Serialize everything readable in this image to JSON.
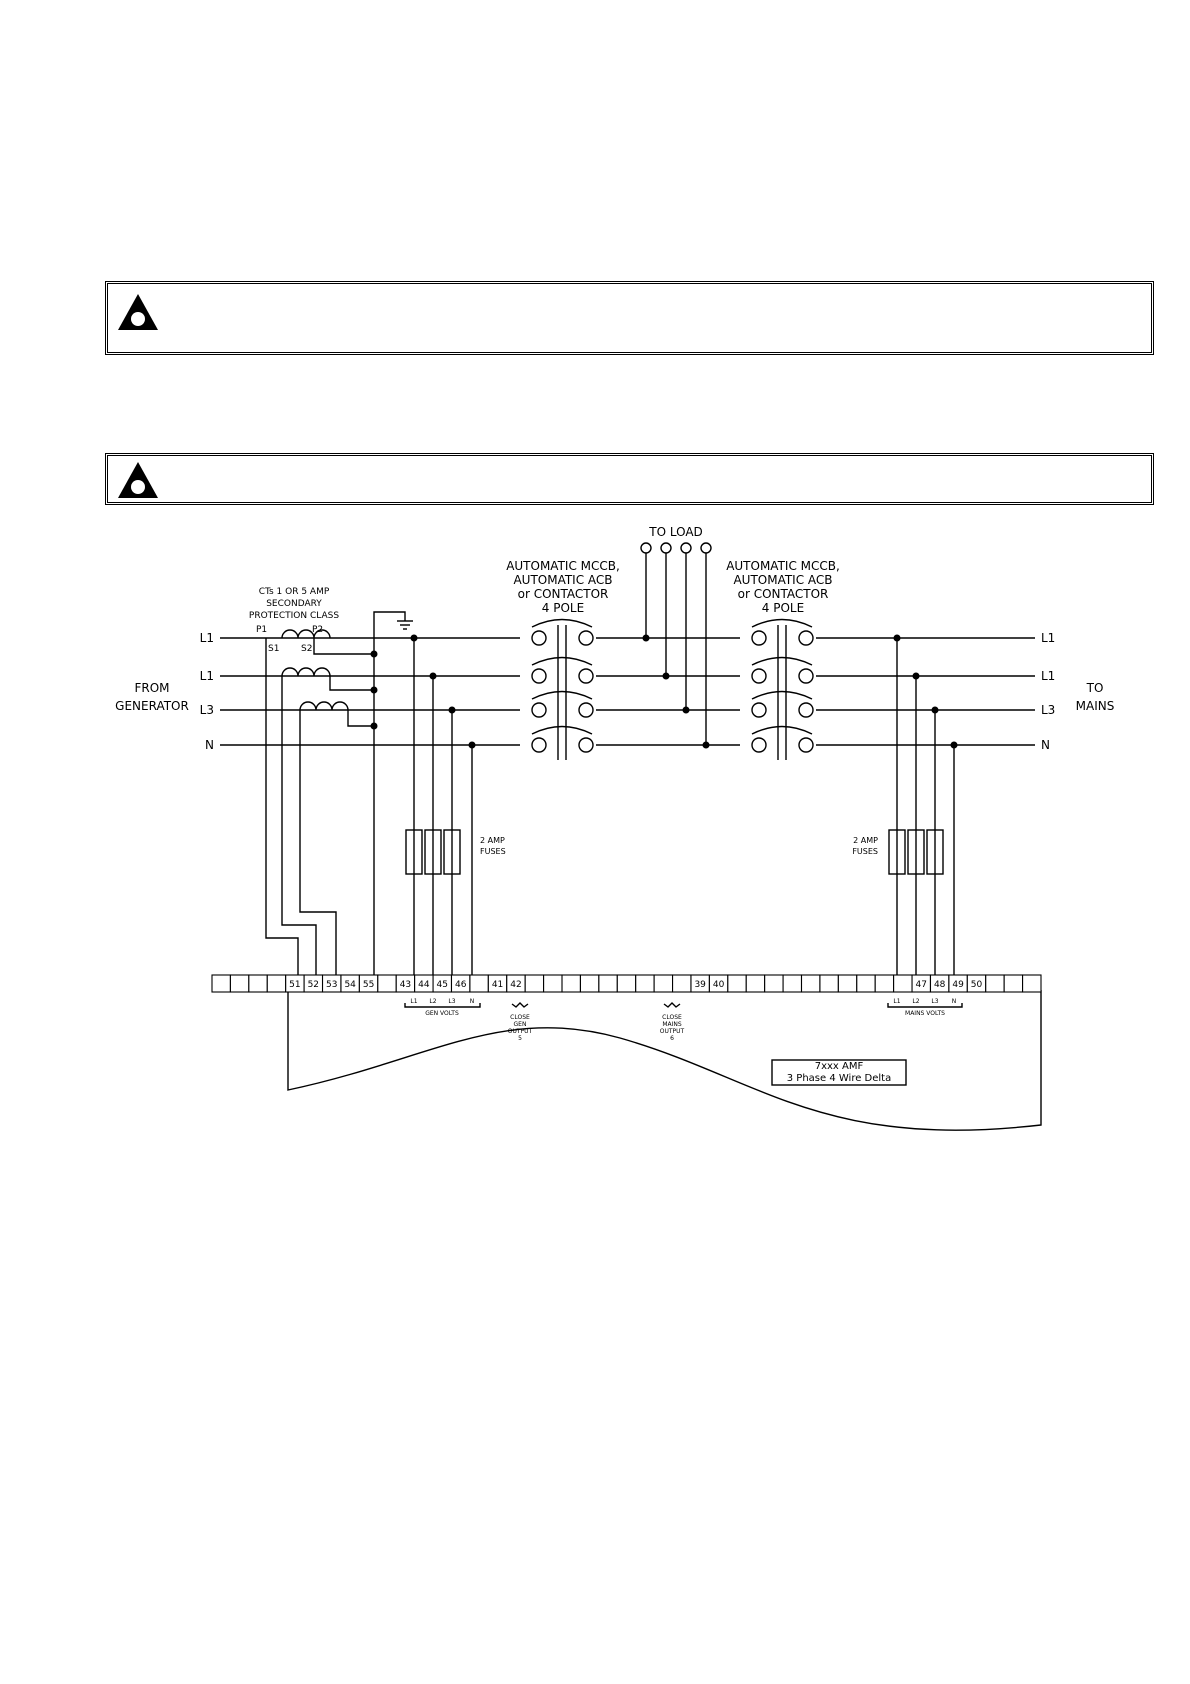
{
  "warnings": [
    {
      "text": ""
    },
    {
      "text": ""
    }
  ],
  "labels": {
    "to_load": "TO LOAD",
    "breaker_left": [
      "AUTOMATIC MCCB,",
      "AUTOMATIC ACB",
      "or CONTACTOR",
      "4 POLE"
    ],
    "breaker_right": [
      "AUTOMATIC MCCB,",
      "AUTOMATIC ACB",
      "or CONTACTOR",
      "4 POLE"
    ],
    "ct_note": [
      "CTs 1 OR 5 AMP",
      "SECONDARY",
      "PROTECTION CLASS"
    ],
    "ct_terminals": {
      "p1": "P1",
      "p2": "P2",
      "s1": "S1",
      "s2": "S2"
    },
    "from": [
      "FROM",
      "GENERATOR"
    ],
    "to": [
      "TO",
      "MAINS"
    ],
    "left_lines": [
      "L1",
      "L1",
      "L3",
      "N"
    ],
    "right_lines": [
      "L1",
      "L1",
      "L3",
      "N"
    ],
    "fuses_left": [
      "2 AMP",
      "FUSES"
    ],
    "fuses_right": [
      "2 AMP",
      "FUSES"
    ],
    "gen_volts": "GEN VOLTS",
    "mains_volts": "MAINS VOLTS",
    "gen_volts_phases": [
      "L1",
      "L2",
      "L3",
      "N"
    ],
    "mains_volts_phases": [
      "L1",
      "L2",
      "L3",
      "N"
    ],
    "close_gen": [
      "CLOSE",
      "GEN",
      "OUTPUT",
      "5"
    ],
    "close_mains": [
      "CLOSE",
      "MAINS",
      "OUTPUT",
      "6"
    ],
    "module_title": "7xxx AMF",
    "module_subtitle": "3 Phase 4 Wire Delta"
  },
  "terminals": [
    "",
    "",
    "",
    "",
    "51",
    "52",
    "53",
    "54",
    "55",
    "",
    "43",
    "44",
    "45",
    "46",
    "",
    "41",
    "42",
    "",
    "",
    "",
    "",
    "",
    "",
    "",
    "",
    "",
    "39",
    "40",
    "",
    "",
    "",
    "",
    "",
    "",
    "",
    "",
    "",
    "",
    "47",
    "48",
    "49",
    "50",
    "",
    "",
    ""
  ]
}
